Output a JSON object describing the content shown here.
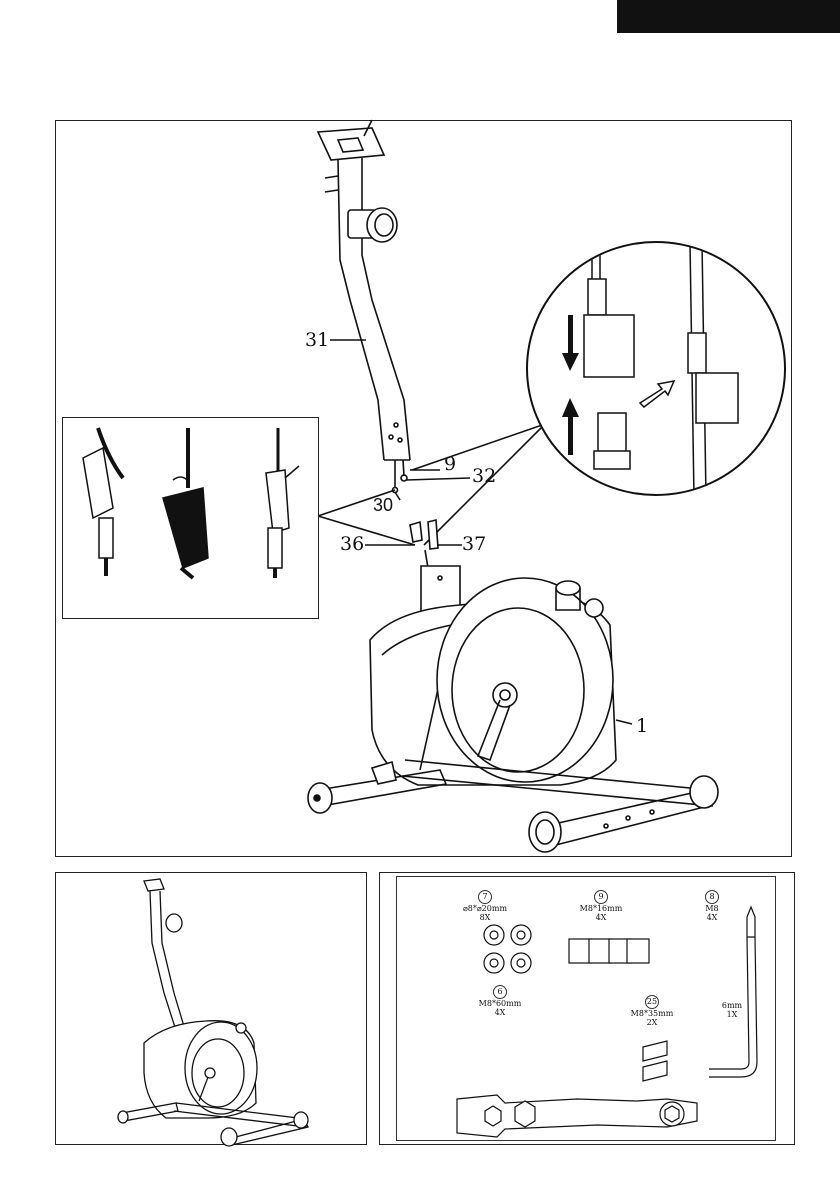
{
  "main_diagram": {
    "callouts": {
      "part_31": "31",
      "part_9": "9",
      "part_32": "32",
      "part_30": "30",
      "part_36": "36",
      "part_37": "37",
      "part_1": "1"
    }
  },
  "hardware": {
    "items": [
      {
        "num": "7",
        "spec": "⌀8*⌀20mm",
        "qty": "8X"
      },
      {
        "num": "9",
        "spec": "M8*16mm",
        "qty": "4X"
      },
      {
        "num": "8",
        "spec": "M8",
        "qty": "4X"
      },
      {
        "num": "6",
        "spec": "M8*60mm",
        "qty": "4X"
      },
      {
        "num": "25",
        "spec": "M8*35mm",
        "qty": "2X"
      },
      {
        "num": "",
        "spec": "6mm",
        "qty": "1X"
      }
    ]
  }
}
